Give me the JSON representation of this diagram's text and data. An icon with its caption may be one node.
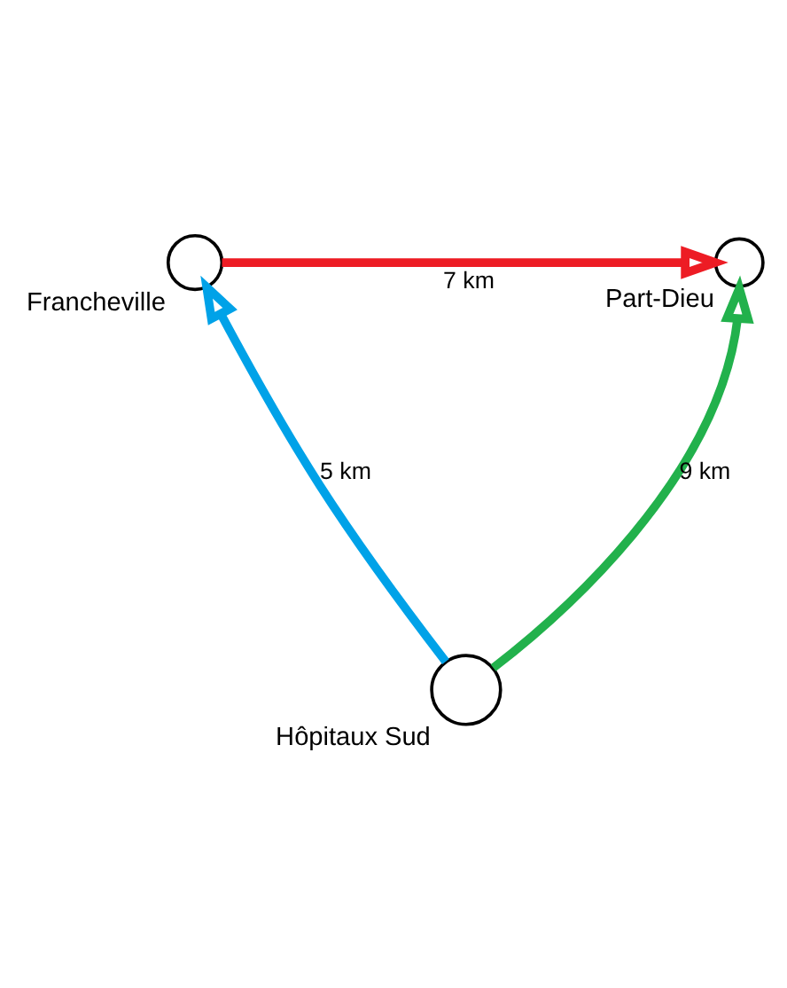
{
  "diagram": {
    "nodes": [
      {
        "text": [
          "Francheville"
        ]
      },
      {
        "text": [
          "Part-Dieu"
        ]
      },
      {
        "text": [
          "Hôpitaux Sud"
        ]
      }
    ],
    "edges": [
      {
        "from": 0,
        "to": 1,
        "arrow": "to",
        "label": "7 km",
        "color": "#ed1c24"
      },
      {
        "from": 2,
        "to": 0,
        "arrow": "to",
        "label": "5 km",
        "color": "#00a2e8"
      },
      {
        "from": 2,
        "to": 1,
        "arrow": "to",
        "label": "9 km",
        "color": "#22b14c"
      }
    ]
  }
}
